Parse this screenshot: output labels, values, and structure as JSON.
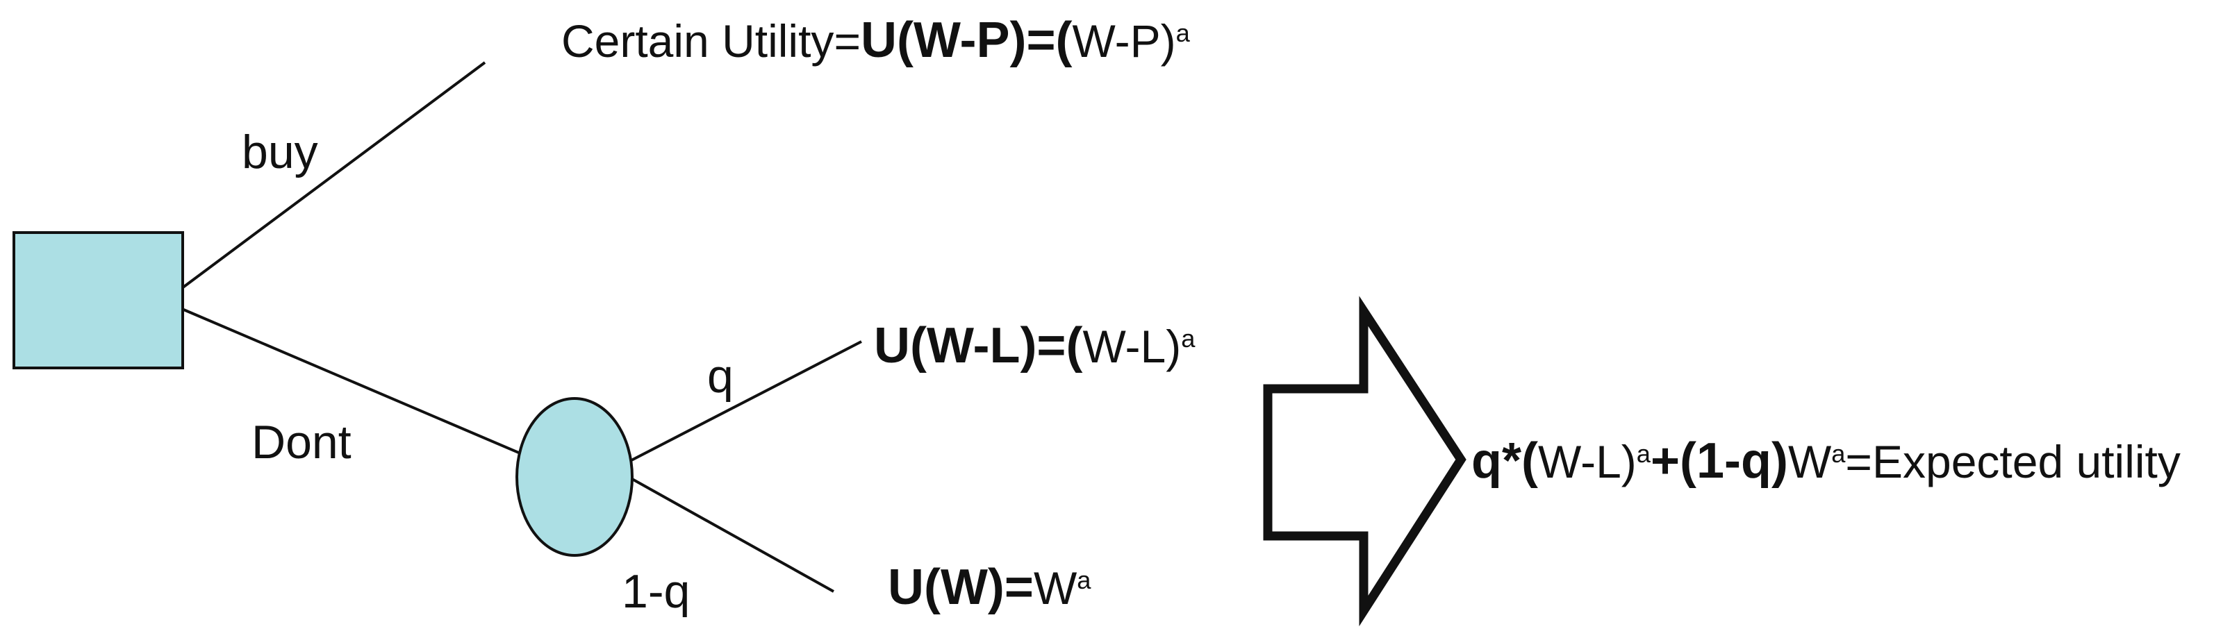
{
  "colors": {
    "node_fill": "#acdfe4",
    "stroke": "#111111",
    "text": "#111111"
  },
  "branches": {
    "buy": "buy",
    "dont": "Dont",
    "q": "q",
    "one_minus_q": "1-q"
  },
  "outcomes": {
    "buy": {
      "prefix": "Certain Utility",
      "eq1": "=",
      "lhs": "U(W-P)",
      "eq2": "=",
      "open_paren": "(",
      "base": "W-P)",
      "exp": "a"
    },
    "loss": {
      "lhs": "U(W-L)",
      "eq": "=",
      "open_paren": "(",
      "base": "W-L)",
      "exp": "a"
    },
    "no_loss": {
      "lhs": "U(W)",
      "eq": "=",
      "base": "W",
      "exp": "a"
    }
  },
  "expected": {
    "part1": "q*(",
    "part2": "W-L)",
    "exp1": "a",
    "part3": "+(1-q)",
    "part4": "W",
    "exp2": "a",
    "part5": "=Expected utility"
  }
}
